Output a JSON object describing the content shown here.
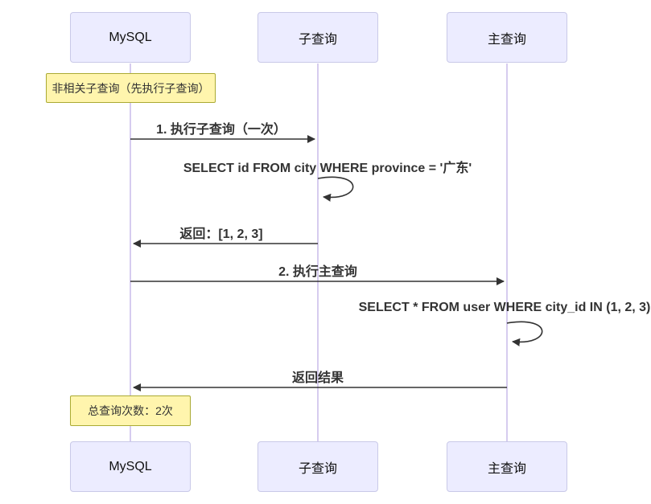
{
  "diagram": {
    "type": "sequence",
    "actors": [
      {
        "id": "mysql",
        "label": "MySQL"
      },
      {
        "id": "subquery",
        "label": "子查询"
      },
      {
        "id": "mainquery",
        "label": "主查询"
      }
    ],
    "notes": [
      {
        "over": "MySQL",
        "label": "非相关子查询（先执行子查询）"
      },
      {
        "over": "MySQL",
        "label": "总查询次数：2次"
      }
    ],
    "messages": [
      {
        "from": "MySQL",
        "to": "子查询",
        "label": "1. 执行子查询（一次）"
      },
      {
        "from": "子查询",
        "to": "子查询",
        "self": true,
        "label": "SELECT id FROM city WHERE province = '广东'"
      },
      {
        "from": "子查询",
        "to": "MySQL",
        "label": "返回：[1, 2, 3]"
      },
      {
        "from": "MySQL",
        "to": "主查询",
        "label": "2. 执行主查询"
      },
      {
        "from": "主查询",
        "to": "主查询",
        "self": true,
        "label": "SELECT * FROM user WHERE city_id IN (1, 2, 3)"
      },
      {
        "from": "主查询",
        "to": "MySQL",
        "label": "返回结果"
      }
    ],
    "colors": {
      "actor_fill": "#ECECFF",
      "actor_border": "#C9C9E8",
      "lifeline": "#D6CCEF",
      "note_fill": "#FFF5AD",
      "note_border": "#AAAA33",
      "line": "#333333",
      "text": "#333333"
    }
  }
}
